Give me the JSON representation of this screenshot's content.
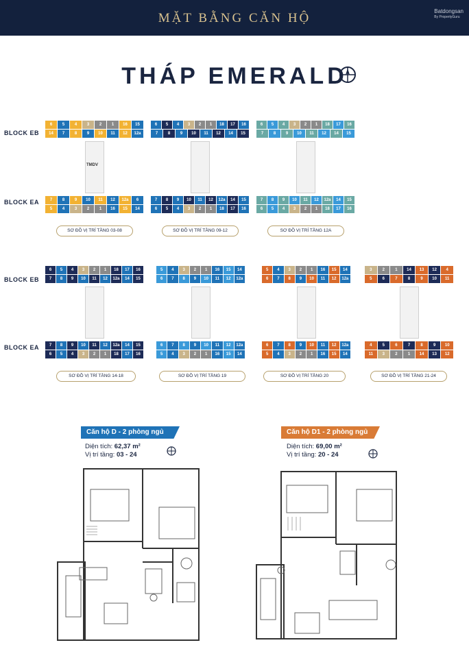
{
  "header": {
    "title": "MẶT BẰNG CĂN HỘ"
  },
  "watermark": {
    "brand": "Batdongsan",
    "sub": "By PropertyGuru"
  },
  "tower": {
    "title": "THÁP EMERALD",
    "compass_icon": "compass-icon"
  },
  "block_labels": {
    "eb": "BLOCK EB",
    "ea": "BLOCK EA"
  },
  "colors": {
    "header_bg": "#13213d",
    "gold": "#d9c28f",
    "yellow": "#f2b233",
    "blue": "#1f73b7",
    "dark_blue": "#1d2b57",
    "sky": "#3a9ad9",
    "teal": "#6aa9a4",
    "tan": "#c9b48a",
    "orange": "#d96a2b",
    "gray": "#8a8a8a"
  },
  "row1_plans": [
    {
      "caption": "SƠ ĐỒ VỊ TRÍ TẦNG 03-08",
      "tmdv": "TMDV",
      "top_units": [
        "6",
        "5",
        "4",
        "3",
        "2",
        "1",
        "16",
        "15",
        "14",
        "7",
        "8",
        "9",
        "10",
        "11",
        "12",
        "12a"
      ],
      "bottom_units": [
        "7",
        "8",
        "9",
        "10",
        "11",
        "12",
        "12a",
        "6",
        "5",
        "4",
        "3",
        "2",
        "1",
        "16",
        "15",
        "14"
      ]
    },
    {
      "caption": "SƠ ĐỒ VỊ TRÍ TẦNG 09-12",
      "top_units": [
        "6",
        "5",
        "4",
        "3",
        "2",
        "1",
        "18",
        "17",
        "16",
        "7",
        "8",
        "9",
        "10",
        "11",
        "12",
        "14",
        "15"
      ],
      "bottom_units": [
        "7",
        "8",
        "9",
        "10",
        "11",
        "12",
        "12a",
        "14",
        "15",
        "6",
        "5",
        "4",
        "3",
        "2",
        "1",
        "18",
        "17",
        "16"
      ]
    },
    {
      "caption": "SƠ ĐỒ VỊ TRÍ TẦNG 12A",
      "top_units": [
        "6",
        "5",
        "4",
        "3",
        "2",
        "1",
        "18",
        "17",
        "16",
        "7",
        "8",
        "9",
        "10",
        "11",
        "12",
        "14",
        "15"
      ],
      "bottom_units": [
        "7",
        "8",
        "9",
        "10",
        "11",
        "12",
        "12a",
        "14",
        "15",
        "6",
        "5",
        "4",
        "3",
        "2",
        "1",
        "18",
        "17",
        "16"
      ]
    }
  ],
  "row2_plans": [
    {
      "caption": "SƠ ĐỒ VỊ TRÍ TẦNG 14-18",
      "top_units": [
        "6",
        "5",
        "4",
        "3",
        "2",
        "1",
        "18",
        "17",
        "16",
        "7",
        "8",
        "9",
        "10",
        "11",
        "12",
        "12a",
        "14",
        "15"
      ],
      "bottom_units": [
        "7",
        "8",
        "9",
        "10",
        "11",
        "12",
        "12a",
        "14",
        "15",
        "6",
        "5",
        "4",
        "3",
        "2",
        "1",
        "18",
        "17",
        "16"
      ]
    },
    {
      "caption": "SƠ ĐỒ VỊ TRÍ TẦNG 19",
      "top_units": [
        "5",
        "4",
        "3",
        "2",
        "1",
        "16",
        "15",
        "14",
        "6",
        "7",
        "8",
        "9",
        "10",
        "11",
        "12",
        "12a"
      ],
      "bottom_units": [
        "6",
        "7",
        "8",
        "9",
        "10",
        "11",
        "12",
        "12a",
        "5",
        "4",
        "3",
        "2",
        "1",
        "16",
        "15",
        "14"
      ]
    },
    {
      "caption": "SƠ ĐỒ VỊ TRÍ TẦNG 20",
      "top_units": [
        "5",
        "4",
        "3",
        "2",
        "1",
        "16",
        "15",
        "14",
        "6",
        "7",
        "8",
        "9",
        "10",
        "11",
        "12",
        "12a"
      ],
      "bottom_units": [
        "6",
        "7",
        "8",
        "9",
        "10",
        "11",
        "12",
        "12a",
        "5",
        "4",
        "3",
        "2",
        "1",
        "16",
        "15",
        "14"
      ]
    },
    {
      "caption": "SƠ ĐỒ VỊ TRÍ TẦNG 21-24",
      "top_units": [
        "3",
        "2",
        "1",
        "14",
        "13",
        "12",
        "4",
        "5",
        "6",
        "7",
        "8",
        "9",
        "10",
        "11"
      ],
      "bottom_units": [
        "4",
        "5",
        "6",
        "7",
        "8",
        "9",
        "10",
        "11",
        "3",
        "2",
        "1",
        "14",
        "13",
        "12"
      ]
    }
  ],
  "apartments": [
    {
      "banner": "Căn hộ D - 2 phòng ngủ",
      "area_label": "Diện tích:",
      "area_value": "62,37 m²",
      "floor_label": "Vị trí tầng:",
      "floor_value": "03 - 24"
    },
    {
      "banner": "Căn hộ D1 - 2 phòng ngủ",
      "area_label": "Diện tích:",
      "area_value": "69,00 m²",
      "floor_label": "Vị trí tầng:",
      "floor_value": "20 - 24"
    }
  ]
}
